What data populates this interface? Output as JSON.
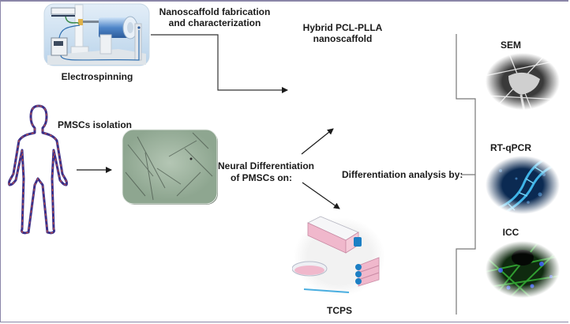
{
  "labels": {
    "fabrication": [
      "Nanoscaffold fabrication",
      "and characterization"
    ],
    "electrospinning": "Electrospinning",
    "scaffold": [
      "Hybrid PCL-PLLA",
      "nanoscaffold"
    ],
    "isolation": "PMSCs isolation",
    "neural": [
      "Neural Differentiation",
      "of PMSCs on:"
    ],
    "analysis": "Differentiation analysis by:",
    "sem": "SEM",
    "rtqpcr": "RT-qPCR",
    "icc": "ICC",
    "tcps": "TCPS"
  },
  "colors": {
    "frame": "#8a86a8",
    "arrow": "#1a1a1a",
    "bracket": "#777777",
    "dna": "#3fb4e8",
    "icc_green": "#36b236",
    "icc_nucleus": "#3a5de0",
    "flask_pink": "#f0b8cc",
    "cap_blue": "#1c7fc4"
  }
}
